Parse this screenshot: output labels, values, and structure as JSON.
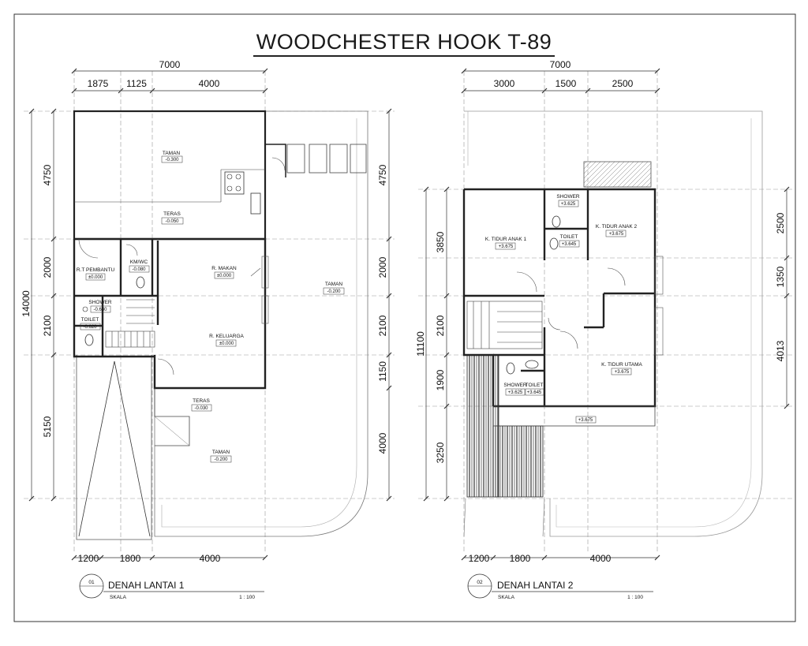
{
  "title": "WOODCHESTER HOOK T-89",
  "plan1": {
    "top_total": "7000",
    "top_dims": [
      "1875",
      "1125",
      "4000"
    ],
    "bottom_dims": [
      "1200",
      "1800",
      "4000"
    ],
    "left_total": "14000",
    "left_dims": [
      "4750",
      "2000",
      "2100",
      "5150"
    ],
    "right_dims": [
      "4750",
      "2000",
      "2100",
      "1150",
      "4000"
    ],
    "rooms": [
      {
        "name": "TAMAN",
        "level": "-0.300"
      },
      {
        "name": "TERAS",
        "level": "-0.050"
      },
      {
        "name": "R.T PEMBANTU",
        "level": "±0.000"
      },
      {
        "name": "KM/WC",
        "level": "-0.080"
      },
      {
        "name": "R. MAKAN",
        "level": "±0.000"
      },
      {
        "name": "TAMAN",
        "level": "-0.200"
      },
      {
        "name": "SHOWER",
        "level": "-0.630"
      },
      {
        "name": "TOILET",
        "level": "-0.620"
      },
      {
        "name": "R. KELUARGA",
        "level": "±0.000"
      },
      {
        "name": "TERAS",
        "level": "-0.030"
      },
      {
        "name": "TAMAN",
        "level": "-0.200"
      }
    ],
    "caption_number": "01",
    "caption_title": "DENAH LANTAI 1",
    "scale_label": "SKALA",
    "scale_value": "1 : 100"
  },
  "plan2": {
    "top_total": "7000",
    "top_dims": [
      "3000",
      "1500",
      "2500"
    ],
    "bottom_dims": [
      "1200",
      "1800",
      "4000"
    ],
    "left_total": "11100",
    "left_dims": [
      "3850",
      "2100",
      "1900",
      "3250"
    ],
    "right_dims": [
      "2500",
      "1350",
      "4013"
    ],
    "rooms": [
      {
        "name": "SHOWER",
        "level": "+3.625"
      },
      {
        "name": "K. TIDUR ANAK 1",
        "level": "+3.675"
      },
      {
        "name": "TOILET",
        "level": "+3.645"
      },
      {
        "name": "K. TIDUR ANAK 2",
        "level": "+3.675"
      },
      {
        "name": "K. TIDUR UTAMA",
        "level": "+3.675"
      },
      {
        "name": "SHOWER",
        "level": "+3.625"
      },
      {
        "name": "TOILET",
        "level": "+3.645"
      }
    ],
    "balcony_level": "+3.675",
    "caption_number": "02",
    "caption_title": "DENAH LANTAI 2",
    "scale_label": "SKALA",
    "scale_value": "1 : 100"
  }
}
